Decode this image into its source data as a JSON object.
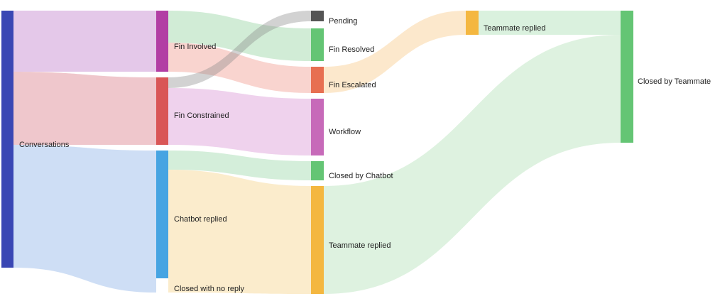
{
  "nodes": [
    {
      "id": "conv",
      "label": "Conversations",
      "color": "#3a47b4"
    },
    {
      "id": "fin_inv",
      "label": "Fin Involved",
      "color": "#b23ea4"
    },
    {
      "id": "fin_con",
      "label": "Fin Constrained",
      "color": "#d95656"
    },
    {
      "id": "chatbot",
      "label": "Chatbot replied",
      "color": "#46a4e2"
    },
    {
      "id": "no_reply",
      "label": "Closed with no reply",
      "color": "#ffffff"
    },
    {
      "id": "pending",
      "label": "Pending",
      "color": "#555555"
    },
    {
      "id": "fin_res",
      "label": "Fin Resolved",
      "color": "#64c574"
    },
    {
      "id": "fin_esc",
      "label": "Fin Escalated",
      "color": "#e76f51"
    },
    {
      "id": "workflow",
      "label": "Workflow",
      "color": "#c76ab9"
    },
    {
      "id": "closed_bot",
      "label": "Closed by Chatbot",
      "color": "#64c574"
    },
    {
      "id": "tm_replied_1",
      "label": "Teammate replied",
      "color": "#f4b740"
    },
    {
      "id": "tm_replied_2",
      "label": "Teammate replied",
      "color": "#f4b740"
    },
    {
      "id": "closed_tm",
      "label": "Closed by Teammate",
      "color": "#64c574"
    }
  ],
  "links": [
    {
      "source": "conv",
      "target": "fin_inv",
      "color": "#b96fc4"
    },
    {
      "source": "conv",
      "target": "fin_con",
      "color": "#d66b7a"
    },
    {
      "source": "conv",
      "target": "chatbot",
      "color": "#7fa9e6"
    },
    {
      "source": "fin_inv",
      "target": "fin_res",
      "color": "#86cc94"
    },
    {
      "source": "fin_inv",
      "target": "fin_esc",
      "color": "#ee8f80"
    },
    {
      "source": "fin_con",
      "target": "pending",
      "color": "#8a8a8a"
    },
    {
      "source": "fin_con",
      "target": "workflow",
      "color": "#d58ad0"
    },
    {
      "source": "chatbot",
      "target": "closed_bot",
      "color": "#8ed39e"
    },
    {
      "source": "chatbot",
      "target": "tm_replied_2",
      "color": "#f5cd7a"
    },
    {
      "source": "fin_esc",
      "target": "tm_replied_1",
      "color": "#f7c27a"
    },
    {
      "source": "tm_replied_1",
      "target": "closed_tm",
      "color": "#9fd9a8"
    },
    {
      "source": "tm_replied_2",
      "target": "closed_tm",
      "color": "#a9dcae"
    }
  ]
}
